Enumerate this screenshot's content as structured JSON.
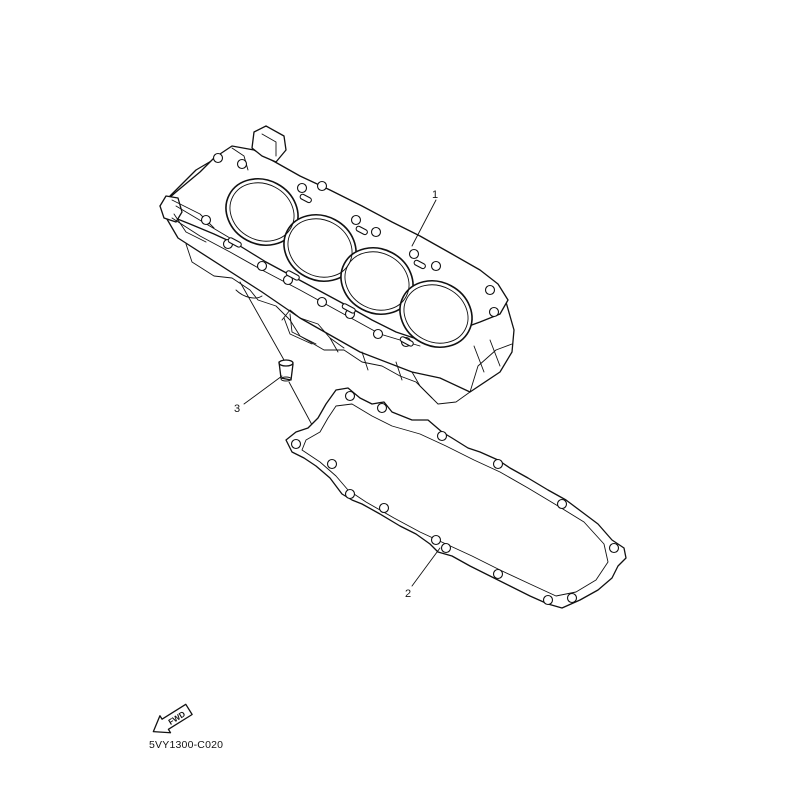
{
  "diagram": {
    "callouts": [
      {
        "number": "1",
        "part": "cylinder"
      },
      {
        "number": "2",
        "part": "cylinder-gasket"
      },
      {
        "number": "3",
        "part": "dowel-pin"
      }
    ],
    "fwd_arrow": {
      "text": "FWD",
      "icon": "forward-direction-arrow-icon"
    },
    "drawing_code": "5VY1300-C020"
  }
}
